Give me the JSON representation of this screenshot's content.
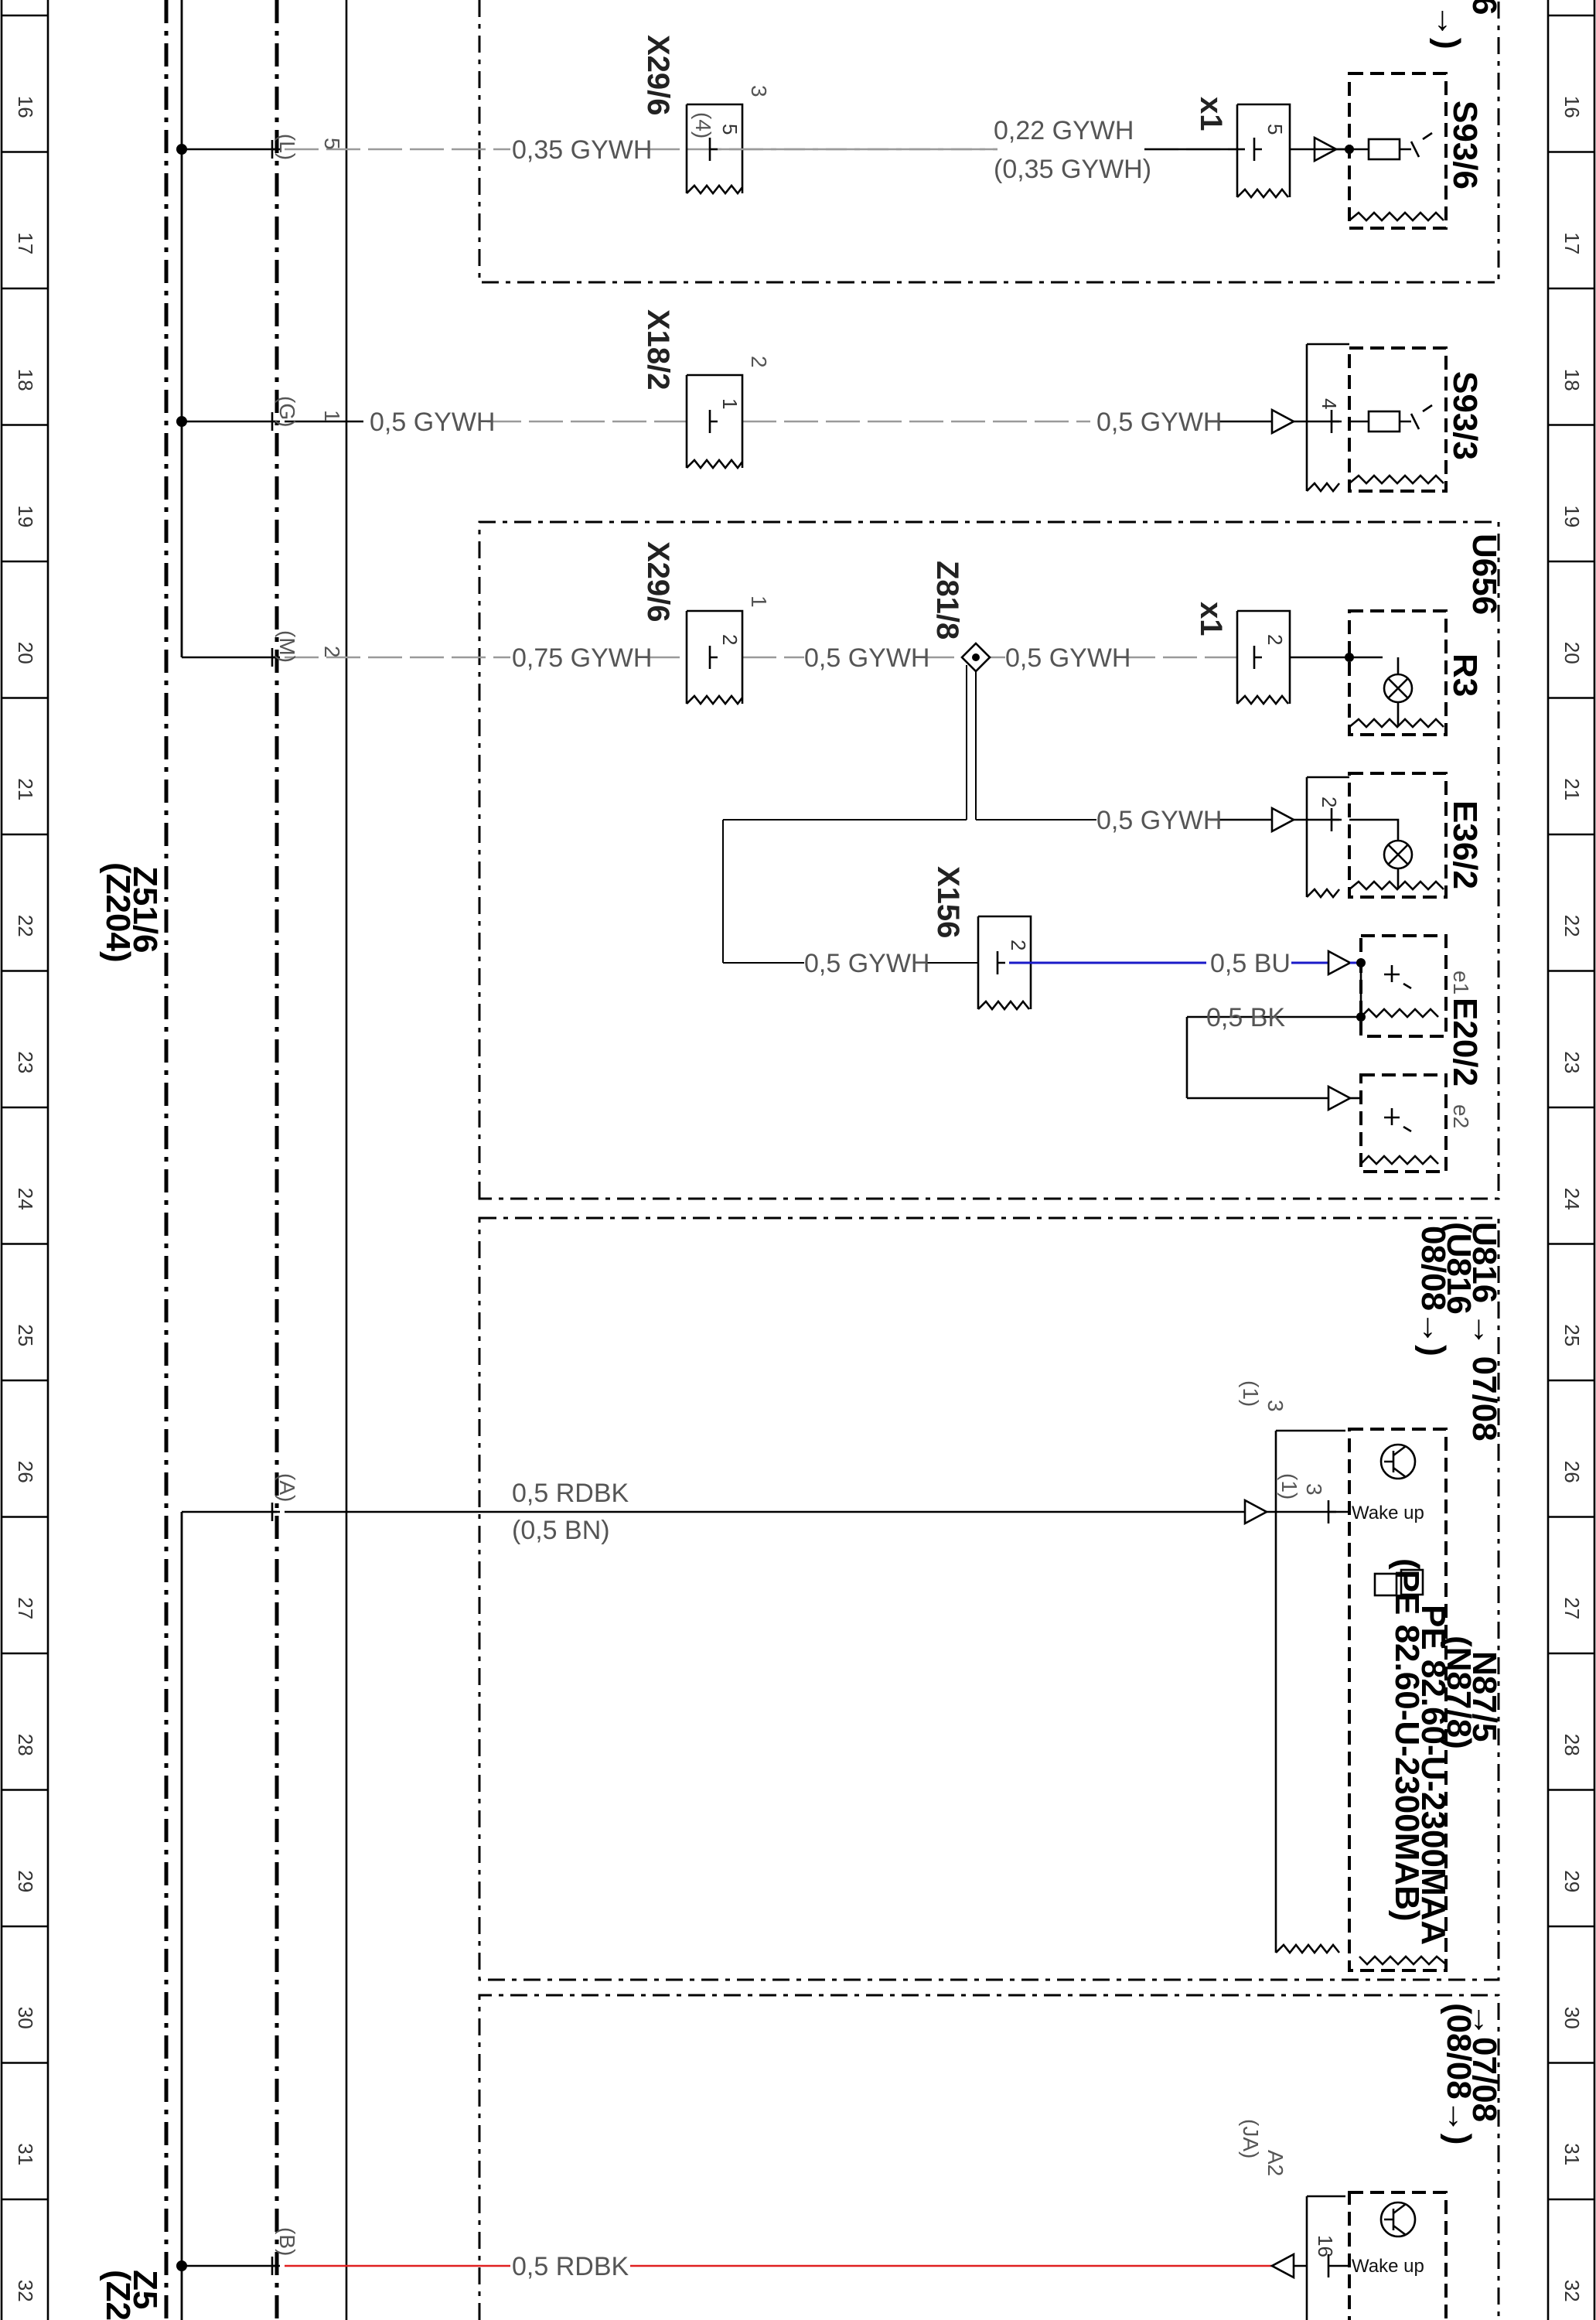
{
  "grid_numbers": [
    "16",
    "17",
    "18",
    "19",
    "20",
    "21",
    "22",
    "23",
    "24",
    "25",
    "26",
    "27",
    "28",
    "29",
    "30",
    "31",
    "32"
  ],
  "connectors": {
    "x29_6": "X29/6",
    "x29_6b": "X29/6",
    "x18_2": "X18/2",
    "x1_top": "x1",
    "x1_mid": "x1",
    "z81_8": "Z81/8",
    "x156": "X156",
    "z51_6": "Z51/6",
    "z204": "(Z204)",
    "z5_bottom": "Z5",
    "z2_bottom": "(Z2"
  },
  "components": {
    "s93_6": "S93/6",
    "s93_3": "S93/3",
    "u656": "U656",
    "r3": "R3",
    "e36_2": "E36/2",
    "e20_2": "E20/2",
    "e1": "e1",
    "e2": "e2",
    "u816_a": "U816 → 07/08",
    "u816_b": "(U816",
    "u816_c": "08/08→)",
    "n87_5": "N87/5",
    "n87_8": "(N87/8)",
    "pe_a": "PE  82.60-U-2300MAA",
    "pe_b": "(PE  82.60-U-2300MAB)",
    "top_right_frag": "6",
    "top_right_arrow": "→)",
    "bottom_r_a": "→07/08",
    "bottom_r_b": "(08/08→)",
    "wake_up_1": "Wake up",
    "wake_up_2": "Wake up"
  },
  "pins": {
    "l": "(L)",
    "l_n": "5",
    "g": "(G)",
    "g_n": "1",
    "m": "(M)",
    "m_n": "2",
    "a": "(A)",
    "b": "(B)",
    "x29_top_outer": "3",
    "x29_top_inner": "(4)",
    "x29_top_pin": "5",
    "x1_top_pin": "5",
    "x18_outer": "2",
    "x18_pin": "1",
    "s93_3_pin": "4",
    "x29_mid_outer": "1",
    "x29_mid_pin": "2",
    "x1_mid_pin": "2",
    "e36_pin": "2",
    "x156_pin": "2",
    "n87_outer": "(1)",
    "n87_outer_n": "3",
    "n87_inner": "(1)",
    "n87_inner_n": "3",
    "b_outer": "(JA)",
    "b_outer_n": "A2",
    "b_inner": "16"
  },
  "wires": {
    "w_035": "0,35 GYWH",
    "w_022": "0,22 GYWH",
    "w_022_alt": "(0,35 GYWH)",
    "w_05_g1": "0,5 GYWH",
    "w_05_g2": "0,5 GYWH",
    "w_075": "0,75 GYWH",
    "w_05_m1": "0,5 GYWH",
    "w_05_m2": "0,5 GYWH",
    "w_05_e36": "0,5 GYWH",
    "w_05_x156": "0,5 GYWH",
    "w_bu": "0,5 BU",
    "w_bk": "0,5 BK",
    "w_rdbk_a": "0,5 RDBK",
    "w_bn_a": "(0,5 BN)",
    "w_rdbk_b": "0,5 RDBK"
  },
  "colors": {
    "wire_gray": "#9a9a9a",
    "wire_blue": "#1a1ac8",
    "wire_red": "#e02020"
  }
}
